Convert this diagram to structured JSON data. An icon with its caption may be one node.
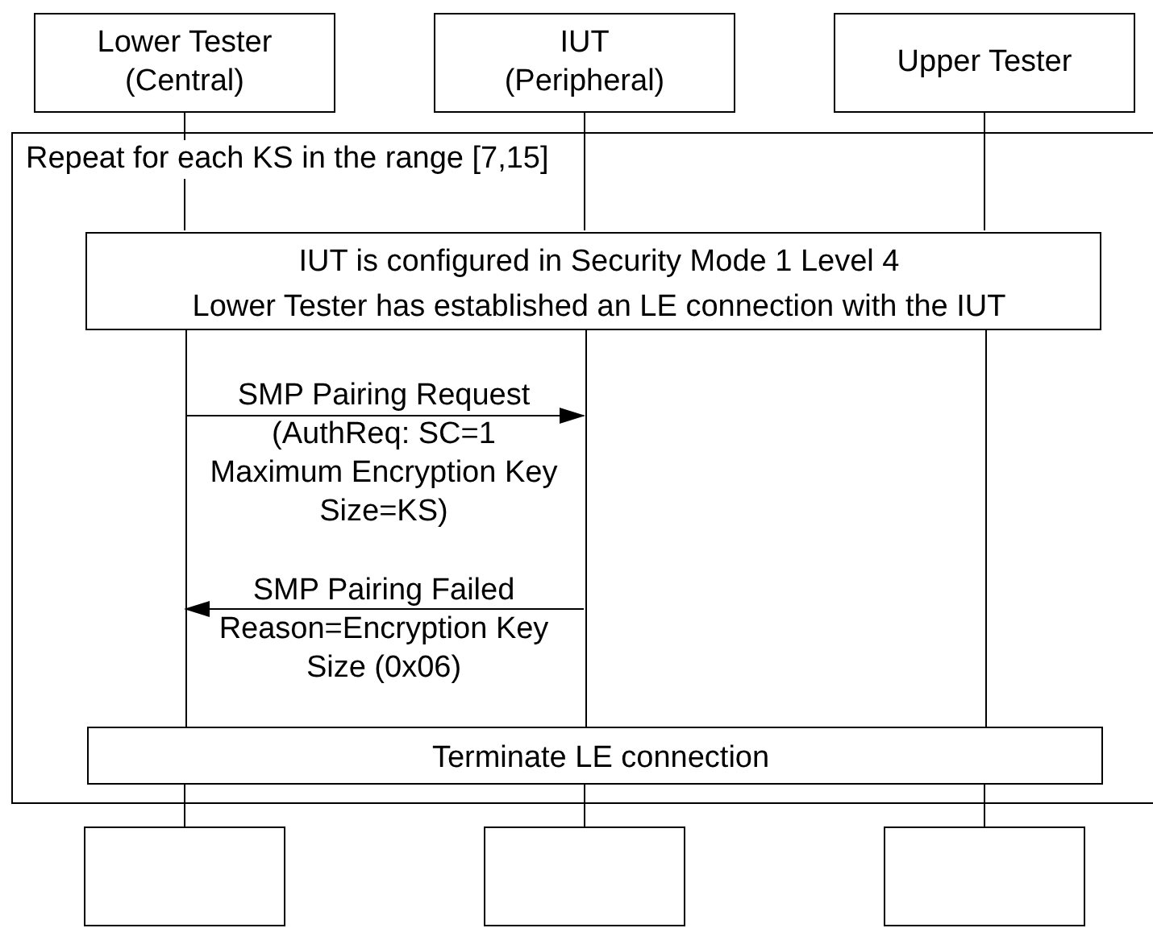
{
  "diagram": {
    "nodes": [
      {
        "text": [
          "Lower Tester (Central)"
        ]
      },
      {
        "text": [
          "IUT (Peripheral)"
        ]
      },
      {
        "text": [
          "Upper Tester"
        ]
      },
      {
        "text": [
          "Repeat for each KS in the range [7,15]"
        ]
      },
      {
        "text": [
          "IUT is configured in Security Mode 1 Level 4",
          "Lower Tester has established an LE connection with the IUT"
        ],
        "in": 3
      },
      {
        "text": [
          "Terminate LE connection"
        ],
        "in": 3
      },
      {
        "text": [],
        "shape": "box"
      },
      {
        "text": [],
        "shape": "box"
      },
      {
        "text": [],
        "shape": "box"
      },
      {
        "text": [],
        "shape": "bar",
        "in": 3
      },
      {
        "text": [],
        "shape": "bar",
        "in": 3
      },
      {
        "text": [],
        "shape": "bar",
        "in": 3
      }
    ],
    "edges": [
      {
        "from": 0,
        "to": 4,
        "arrow": "none"
      },
      {
        "from": 1,
        "to": 4,
        "arrow": "none"
      },
      {
        "from": 2,
        "to": 4,
        "arrow": "none"
      },
      {
        "from": 5,
        "to": 6,
        "arrow": "none"
      },
      {
        "from": 5,
        "to": 7,
        "arrow": "none"
      },
      {
        "from": 5,
        "to": 8,
        "arrow": "none"
      },
      {
        "from": 9,
        "to": 10,
        "arrow": "to",
        "label": "SMP Pairing Request (AuthReq: SC=1 Maximum Encryption Key Size=KS)"
      },
      {
        "from": 10,
        "to": 9,
        "arrow": "to",
        "label": "SMP Pairing Failed Reason=Encryption Key Size (0x06)"
      }
    ]
  }
}
